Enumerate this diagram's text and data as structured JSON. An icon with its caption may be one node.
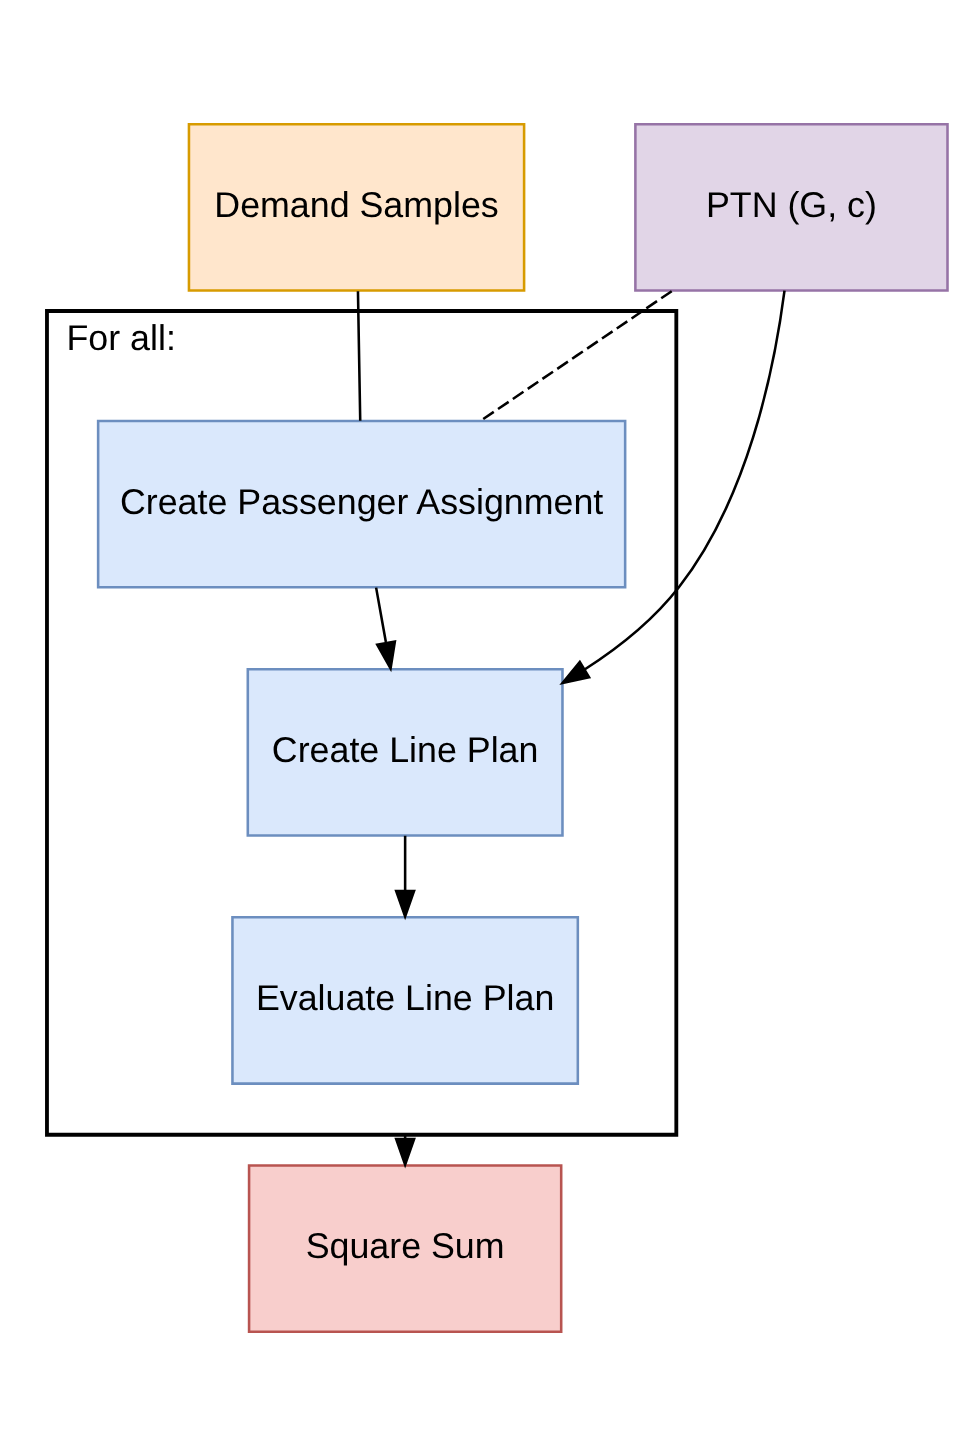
{
  "diagram": {
    "nodes": [
      {
        "text": [
          "Demand Samples"
        ]
      },
      {
        "text": [
          "For all:"
        ]
      },
      {
        "text": [
          "Create Passenger Assignment"
        ],
        "in": 1
      },
      {
        "text": [
          "Create Line Plan"
        ],
        "in": 1
      },
      {
        "text": [
          "Evaluate Line Plan"
        ],
        "in": 1
      },
      {
        "text": [
          "PTN (G, c)"
        ]
      },
      {
        "text": [
          "Square Sum"
        ]
      }
    ],
    "edges": [
      {
        "from": 0,
        "to": 2,
        "arrow": "none"
      },
      {
        "from": 5,
        "to": 2,
        "arrow": "none",
        "style": "dashed"
      },
      {
        "from": 2,
        "to": 3,
        "arrow": "to"
      },
      {
        "from": 5,
        "to": 3,
        "arrow": "to"
      },
      {
        "from": 3,
        "to": 4,
        "arrow": "to"
      },
      {
        "from": 1,
        "to": 6,
        "arrow": "to"
      }
    ]
  }
}
